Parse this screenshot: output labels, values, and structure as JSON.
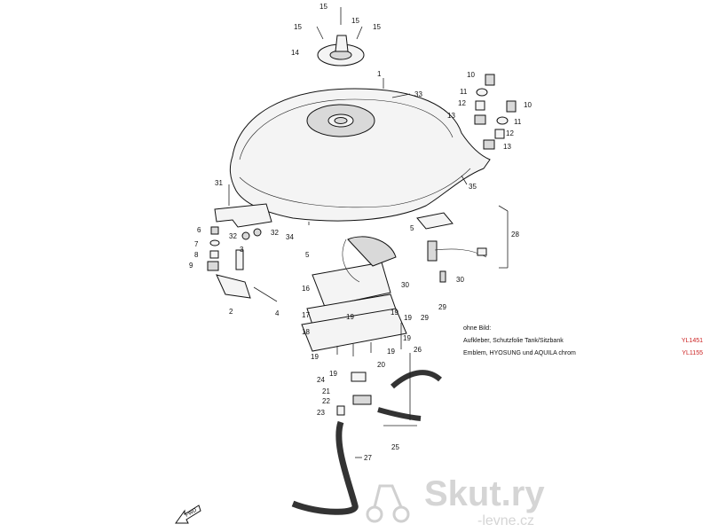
{
  "callouts": {
    "c1": "1",
    "c2": "2",
    "c3": "3",
    "c4": "4",
    "c5a": "5",
    "c5b": "5",
    "c6": "6",
    "c7": "7",
    "c8": "8",
    "c9": "9",
    "c10a": "10",
    "c10b": "10",
    "c11a": "11",
    "c11b": "11",
    "c12a": "12",
    "c12b": "12",
    "c13a": "13",
    "c13b": "13",
    "c14": "14",
    "c15a": "15",
    "c15b": "15",
    "c15c": "15",
    "c15d": "15",
    "c16": "16",
    "c17": "17",
    "c18": "18",
    "c19a": "19",
    "c19b": "19",
    "c19c": "19",
    "c19d": "19",
    "c19e": "19",
    "c19f": "19",
    "c19g": "19",
    "c20": "20",
    "c21": "21",
    "c22": "22",
    "c23": "23",
    "c24": "24",
    "c25": "25",
    "c26": "26",
    "c27": "27",
    "c28": "28",
    "c29a": "29",
    "c29b": "29",
    "c30a": "30",
    "c30b": "30",
    "c31": "31",
    "c32a": "32",
    "c32b": "32",
    "c33": "33",
    "c34": "34",
    "c35": "35"
  },
  "note": {
    "heading": "ohne Bild:",
    "items": [
      {
        "label": "Aufkleber, Schutzfolie Tank/Sitzbank",
        "code": "YL1451"
      },
      {
        "label": "Emblem, HYOSUNG und AQUILA chrom",
        "code": "YL1155"
      }
    ]
  },
  "fwd_label": "FWD",
  "watermark": {
    "brand": "Skut.ry",
    "sub": "-levne.cz"
  },
  "colors": {
    "line": "#222222",
    "code": "#cc2222",
    "watermark": "#d0d0d0"
  }
}
